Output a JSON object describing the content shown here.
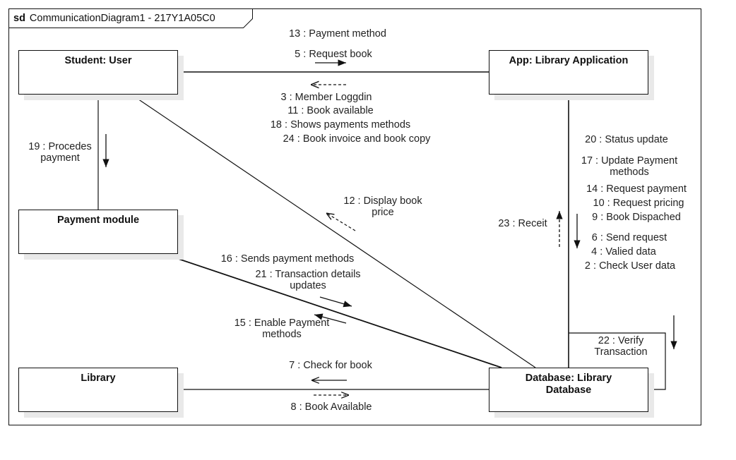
{
  "frame": {
    "keyword": "sd",
    "name": "CommunicationDiagram1 - 217Y1A05C0"
  },
  "lifelines": {
    "student": "Student: User",
    "app": "App: Library Application",
    "payment": "Payment  module",
    "library": "Library",
    "database": "Database: Library Database"
  },
  "messages": {
    "m13": "13 : Payment method",
    "m5": "5 : Request book",
    "m3": "3 : Member Loggdin",
    "m11": "11 : Book available",
    "m18": "18 : Shows payments methods",
    "m24": "24 : Book invoice and book copy",
    "m19": "19 : Procedes payment",
    "m12": "12 : Display book price",
    "m20": "20 : Status update",
    "m17": "17 : Update Payment methods",
    "m14": "14 : Request payment",
    "m10": "10 : Request pricing",
    "m9": "9 : Book Dispached",
    "m23": "23 : Receit",
    "m6": "6 : Send request",
    "m4": "4 : Valied data",
    "m2": "2 : Check User data",
    "m16": "16 : Sends payment methods",
    "m21": "21 : Transaction details updates",
    "m15": "15 : Enable Payment methods",
    "m22": "22 : Verify Transaction",
    "m7": "7 : Check for book",
    "m8": "8 : Book Available"
  },
  "colors": {
    "line": "#111111",
    "shadow": "#e9e9e9",
    "text": "#222222"
  }
}
